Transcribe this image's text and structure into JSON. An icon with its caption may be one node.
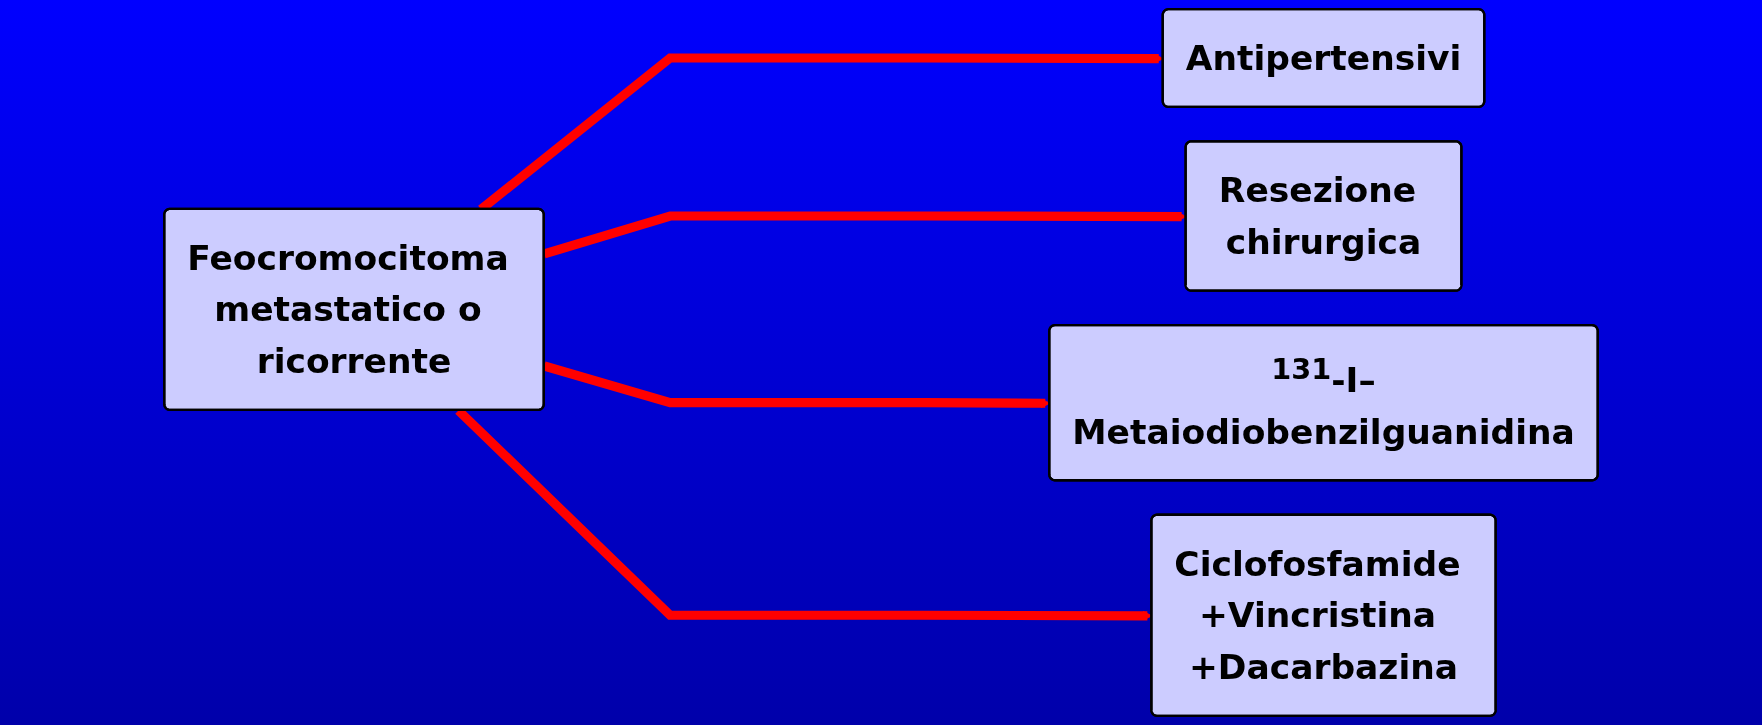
{
  "diagram": {
    "nodes": [
      {
        "text": [
          "Feocromocitoma metastatico o ricorrente"
        ]
      },
      {
        "text": [
          "Antipertensivi"
        ]
      },
      {
        "text": [
          "Resezione chirurgica"
        ]
      },
      {
        "text": [
          "$^{131}$-I–Metaiodiobenzilguanidina"
        ]
      },
      {
        "text": [
          "Ciclofosfamide +Vincristina +Dacarbazina"
        ]
      }
    ],
    "edges": [
      {
        "from": 0,
        "to": 1,
        "arrow": "to"
      },
      {
        "from": 0,
        "to": 2,
        "arrow": "to"
      },
      {
        "from": 0,
        "to": 3,
        "arrow": "to"
      },
      {
        "from": 0,
        "to": 4,
        "arrow": "to"
      }
    ]
  }
}
